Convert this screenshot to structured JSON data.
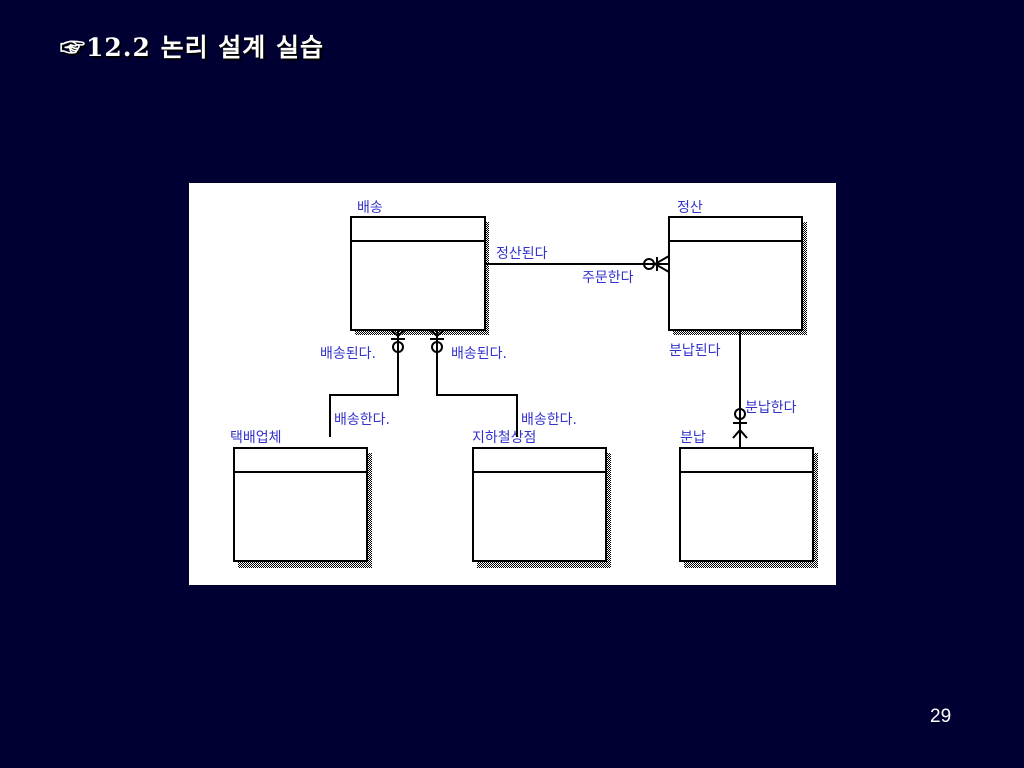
{
  "slide": {
    "title": "☞12.2 논리 설계 실습",
    "page_number": "29"
  },
  "diagram": {
    "entities": {
      "baesong": "배송",
      "jeongsan": "정산",
      "taekbae": "택배업체",
      "jihacheol": "지하철상점",
      "bunnap": "분납"
    },
    "relationships": {
      "jeongsan_doenda": "정산된다",
      "jumun_handa": "주문한다",
      "baesong_doenda_1": "배송된다.",
      "baesong_doenda_2": "배송된다.",
      "baesong_handa_1": "배송한다.",
      "baesong_handa_2": "배송한다.",
      "bunnap_doenda": "분납된다",
      "bunnap_handa": "분납한다"
    }
  }
}
